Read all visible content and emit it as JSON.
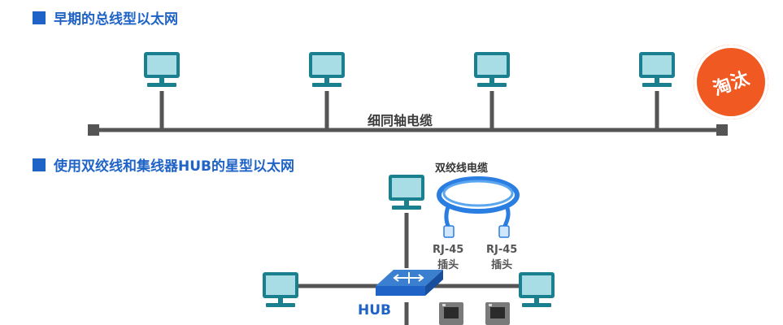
{
  "sections": {
    "bus": {
      "title": "早期的总线型以太网",
      "cable_label": "细同轴电缆",
      "stamp_text": "淘汰"
    },
    "star": {
      "title": "使用双绞线和集线器HUB的星型以太网",
      "cable_label": "双绞线电缆",
      "connector_1": {
        "line1": "RJ-45",
        "line2": "插头"
      },
      "connector_2": {
        "line1": "RJ-45",
        "line2": "插头"
      },
      "hub_label": "HUB"
    }
  },
  "colors": {
    "accent": "#1f63c6",
    "line": "#555555",
    "monitor_frame": "#1a7f8e",
    "monitor_screen": "#a9dde6",
    "cable": "#2a7de1",
    "stamp": "#f05a22"
  },
  "icons": [
    "computer-icon",
    "hub-icon",
    "twisted-pair-cable-icon",
    "rj45-port-icon"
  ]
}
